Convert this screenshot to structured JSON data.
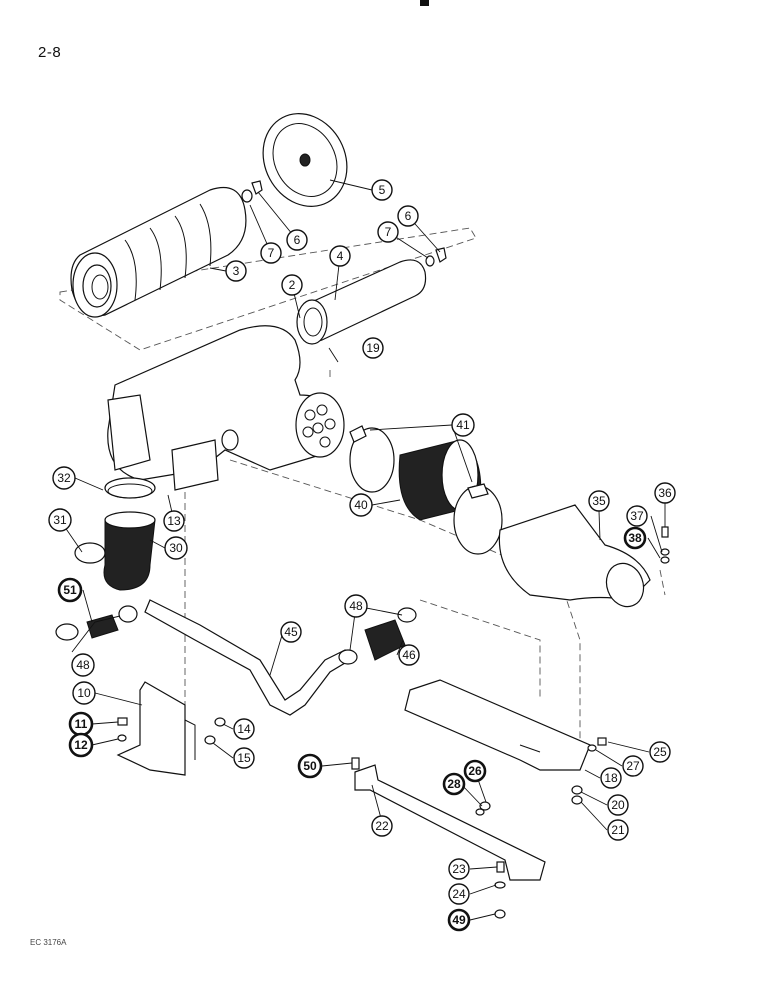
{
  "page": {
    "number": "2-8",
    "footer_code": "EC 3176A"
  },
  "callouts": [
    {
      "id": "c2",
      "label": "2",
      "bold": false
    },
    {
      "id": "c3",
      "label": "3",
      "bold": false
    },
    {
      "id": "c4",
      "label": "4",
      "bold": false
    },
    {
      "id": "c5",
      "label": "5",
      "bold": false
    },
    {
      "id": "c6a",
      "label": "6",
      "bold": false
    },
    {
      "id": "c6b",
      "label": "6",
      "bold": false
    },
    {
      "id": "c7a",
      "label": "7",
      "bold": false
    },
    {
      "id": "c7b",
      "label": "7",
      "bold": false
    },
    {
      "id": "c10",
      "label": "10",
      "bold": false
    },
    {
      "id": "c11",
      "label": "11",
      "bold": true
    },
    {
      "id": "c12",
      "label": "12",
      "bold": true
    },
    {
      "id": "c13",
      "label": "13",
      "bold": false
    },
    {
      "id": "c14",
      "label": "14",
      "bold": false
    },
    {
      "id": "c15",
      "label": "15",
      "bold": false
    },
    {
      "id": "c18",
      "label": "18",
      "bold": false
    },
    {
      "id": "c19",
      "label": "19",
      "bold": false
    },
    {
      "id": "c20",
      "label": "20",
      "bold": false
    },
    {
      "id": "c21",
      "label": "21",
      "bold": false
    },
    {
      "id": "c22",
      "label": "22",
      "bold": false
    },
    {
      "id": "c23",
      "label": "23",
      "bold": false
    },
    {
      "id": "c24",
      "label": "24",
      "bold": false
    },
    {
      "id": "c25",
      "label": "25",
      "bold": false
    },
    {
      "id": "c26",
      "label": "26",
      "bold": true
    },
    {
      "id": "c27",
      "label": "27",
      "bold": false
    },
    {
      "id": "c28",
      "label": "28",
      "bold": true
    },
    {
      "id": "c30",
      "label": "30",
      "bold": false
    },
    {
      "id": "c31",
      "label": "31",
      "bold": false
    },
    {
      "id": "c32",
      "label": "32",
      "bold": false
    },
    {
      "id": "c35",
      "label": "35",
      "bold": false
    },
    {
      "id": "c36",
      "label": "36",
      "bold": false
    },
    {
      "id": "c37",
      "label": "37",
      "bold": false
    },
    {
      "id": "c38",
      "label": "38",
      "bold": true
    },
    {
      "id": "c40",
      "label": "40",
      "bold": false
    },
    {
      "id": "c41",
      "label": "41",
      "bold": false
    },
    {
      "id": "c45",
      "label": "45",
      "bold": false
    },
    {
      "id": "c46",
      "label": "46",
      "bold": false
    },
    {
      "id": "c48a",
      "label": "48",
      "bold": false
    },
    {
      "id": "c48b",
      "label": "48",
      "bold": false
    },
    {
      "id": "c49",
      "label": "49",
      "bold": true
    },
    {
      "id": "c50",
      "label": "50",
      "bold": true
    },
    {
      "id": "c51",
      "label": "51",
      "bold": true
    }
  ]
}
